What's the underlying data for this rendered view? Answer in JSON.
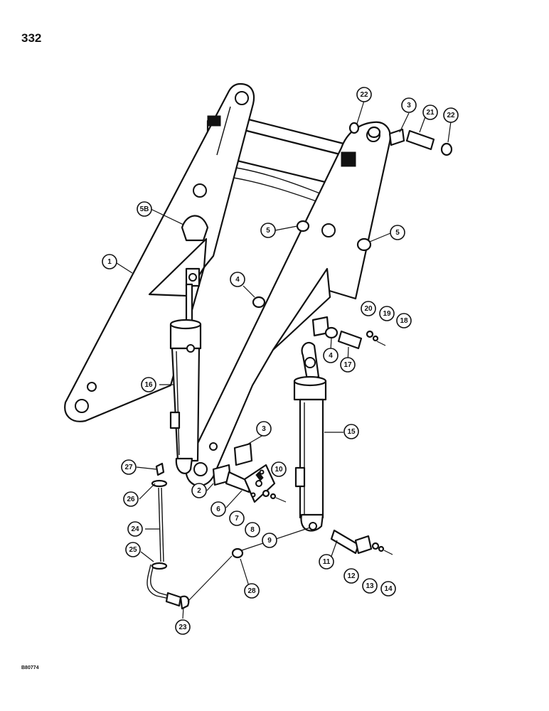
{
  "page": {
    "number": "332",
    "figure_code": "B80774"
  },
  "callouts": [
    {
      "id": "c1",
      "label": "1"
    },
    {
      "id": "c2",
      "label": "2"
    },
    {
      "id": "c3a",
      "label": "3"
    },
    {
      "id": "c3b",
      "label": "3"
    },
    {
      "id": "c4a",
      "label": "4"
    },
    {
      "id": "c4b",
      "label": "4"
    },
    {
      "id": "c5a",
      "label": "5"
    },
    {
      "id": "c5b",
      "label": "5"
    },
    {
      "id": "c5c",
      "label": "5B"
    },
    {
      "id": "c6",
      "label": "6"
    },
    {
      "id": "c7",
      "label": "7"
    },
    {
      "id": "c8",
      "label": "8"
    },
    {
      "id": "c9",
      "label": "9"
    },
    {
      "id": "c10",
      "label": "10"
    },
    {
      "id": "c11",
      "label": "11"
    },
    {
      "id": "c12",
      "label": "12"
    },
    {
      "id": "c13",
      "label": "13"
    },
    {
      "id": "c14",
      "label": "14"
    },
    {
      "id": "c15",
      "label": "15"
    },
    {
      "id": "c16",
      "label": "16"
    },
    {
      "id": "c17",
      "label": "17"
    },
    {
      "id": "c18",
      "label": "18"
    },
    {
      "id": "c19",
      "label": "19"
    },
    {
      "id": "c20",
      "label": "20"
    },
    {
      "id": "c21",
      "label": "21"
    },
    {
      "id": "c22a",
      "label": "22"
    },
    {
      "id": "c22b",
      "label": "22"
    },
    {
      "id": "c23",
      "label": "23"
    },
    {
      "id": "c24",
      "label": "24"
    },
    {
      "id": "c25",
      "label": "25"
    },
    {
      "id": "c26",
      "label": "26"
    },
    {
      "id": "c27",
      "label": "27"
    },
    {
      "id": "c28",
      "label": "28"
    }
  ]
}
